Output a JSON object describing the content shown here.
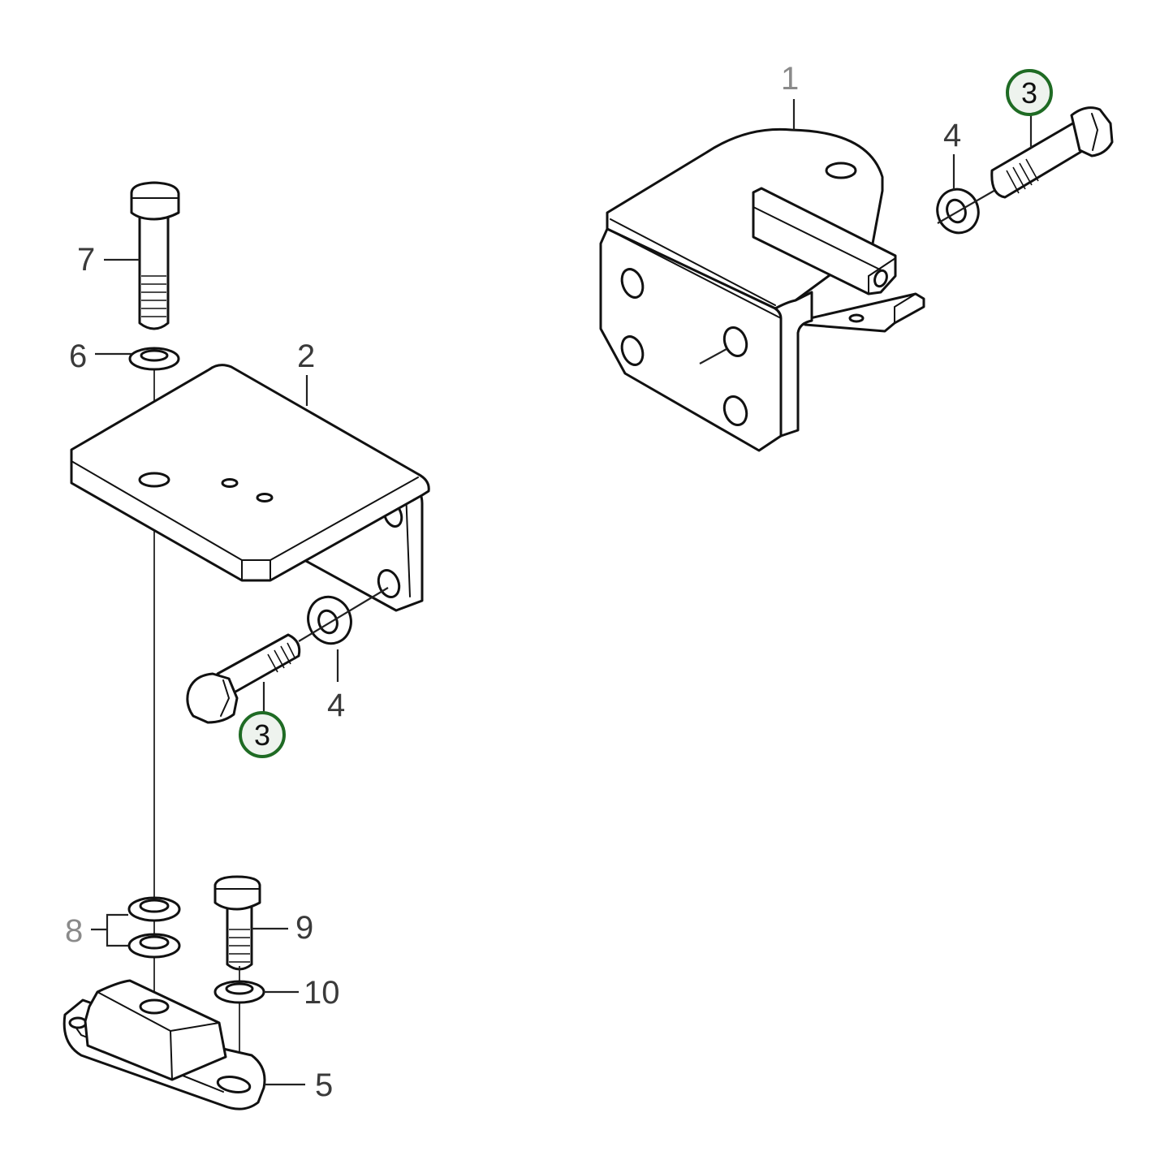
{
  "diagram": {
    "title": "Exploded parts diagram - engine mount bracket assembly",
    "highlight_color": "#1f6b24",
    "line_color": "#111111",
    "background": "#ffffff"
  },
  "callouts": [
    {
      "id": "1",
      "label": "1",
      "part": "Bracket (upper, with hex spacer)",
      "highlighted": false
    },
    {
      "id": "2",
      "label": "2",
      "part": "Bracket (L-shaped mount plate)",
      "highlighted": false
    },
    {
      "id": "3a",
      "label": "3",
      "part": "Hex bolt (right assembly)",
      "highlighted": true
    },
    {
      "id": "3b",
      "label": "3",
      "part": "Hex bolt (left assembly)",
      "highlighted": true
    },
    {
      "id": "4a",
      "label": "4",
      "part": "Washer (right assembly)",
      "highlighted": false
    },
    {
      "id": "4b",
      "label": "4",
      "part": "Washer (left assembly)",
      "highlighted": false
    },
    {
      "id": "5",
      "label": "5",
      "part": "Rubber engine mount",
      "highlighted": false
    },
    {
      "id": "6",
      "label": "6",
      "part": "Washer",
      "highlighted": false
    },
    {
      "id": "7",
      "label": "7",
      "part": "Hex bolt (long)",
      "highlighted": false
    },
    {
      "id": "8",
      "label": "8",
      "part": "Washers (pair)",
      "highlighted": false,
      "muted": true
    },
    {
      "id": "9",
      "label": "9",
      "part": "Hex bolt (short)",
      "highlighted": false
    },
    {
      "id": "10",
      "label": "10",
      "part": "Washer",
      "highlighted": false
    }
  ]
}
